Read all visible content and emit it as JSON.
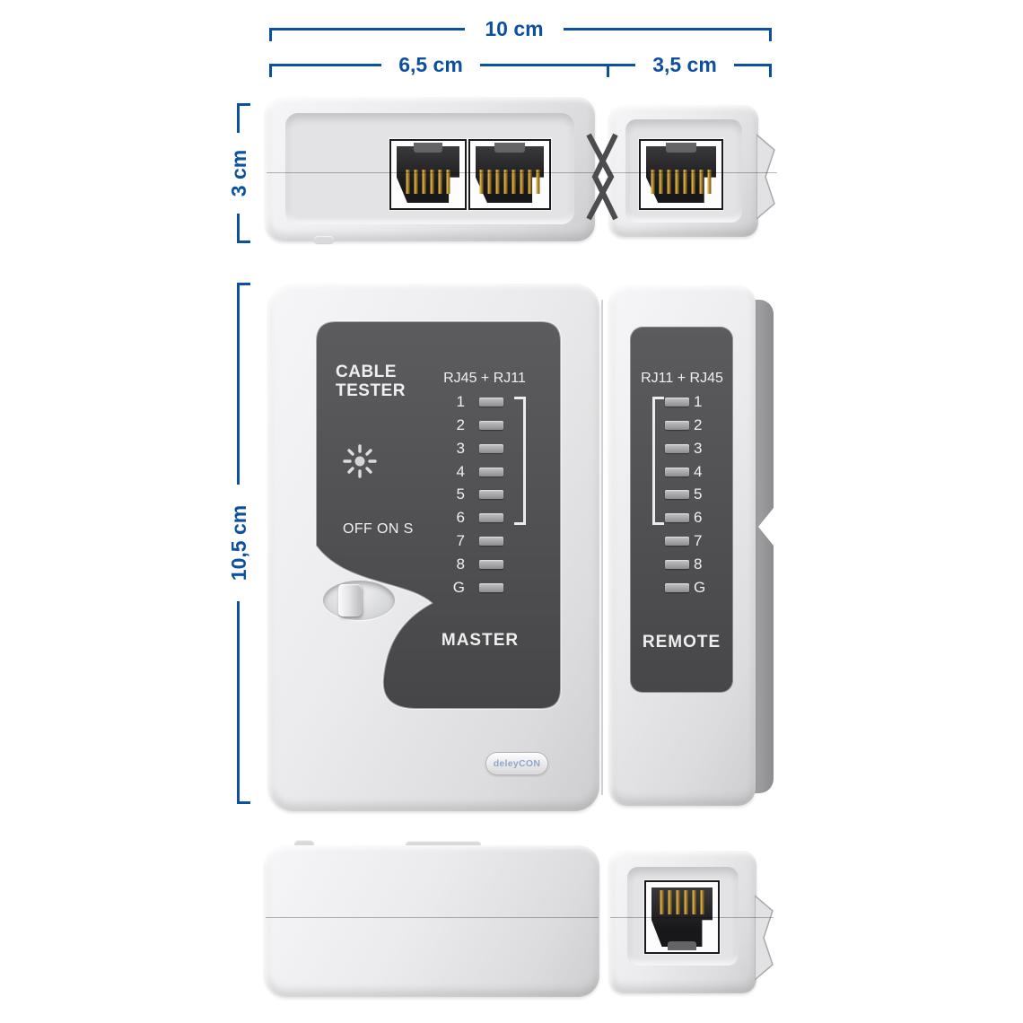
{
  "brand": {
    "logo_text": "deleyCON"
  },
  "dimensions": {
    "total_width_label": "10 cm",
    "master_width_label": "6,5 cm",
    "remote_width_label": "3,5 cm",
    "side_height_label": "3 cm",
    "front_height_label": "10,5 cm"
  },
  "master_unit": {
    "title_line1": "CABLE",
    "title_line2": "TESTER",
    "ports_header": "RJ45 + RJ11",
    "switch_label": "OFF ON S",
    "unit_label": "MASTER",
    "led_labels": [
      "1",
      "2",
      "3",
      "4",
      "5",
      "6",
      "7",
      "8",
      "G"
    ]
  },
  "remote_unit": {
    "ports_header": "RJ11 + RJ45",
    "unit_label": "REMOTE",
    "led_labels": [
      "1",
      "2",
      "3",
      "4",
      "5",
      "6",
      "7",
      "8",
      "G"
    ]
  },
  "icons": {
    "power_led": "sun-burst-icon"
  },
  "colors": {
    "dimension_blue": "#0d509e",
    "panel_dark": "#505052",
    "body_gray": "#e4e4e6",
    "pin_gold": "#c69a3e",
    "brand_blue": "#8fa5cb"
  }
}
